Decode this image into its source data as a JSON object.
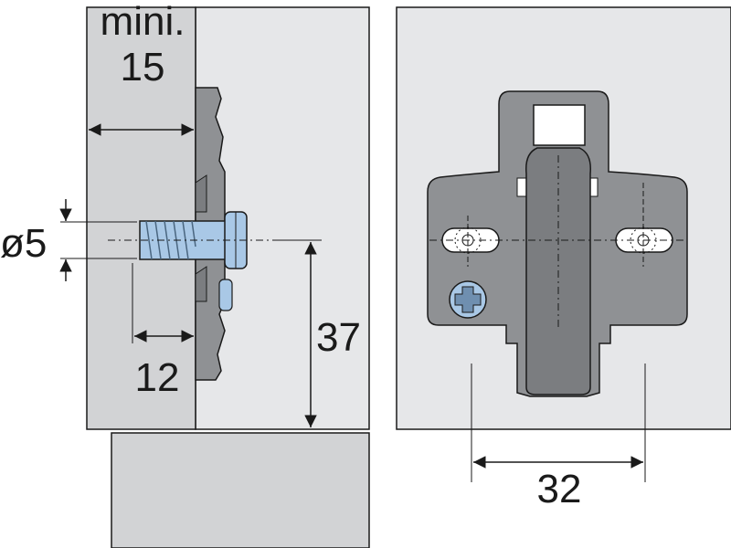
{
  "labels": {
    "min_label": "mini.",
    "panel_thickness": "15",
    "dowel_diameter": "ø5",
    "dowel_depth": "12",
    "edge_distance": "37",
    "hole_spacing": "32"
  },
  "colors": {
    "panel_fill": "#e6e7e9",
    "panel_dark": "#d2d3d5",
    "plate_fill": "#8f9194",
    "plate_dark": "#7b7d80",
    "screw_fill": "#a9c8e6",
    "line": "#1a1a1a"
  }
}
